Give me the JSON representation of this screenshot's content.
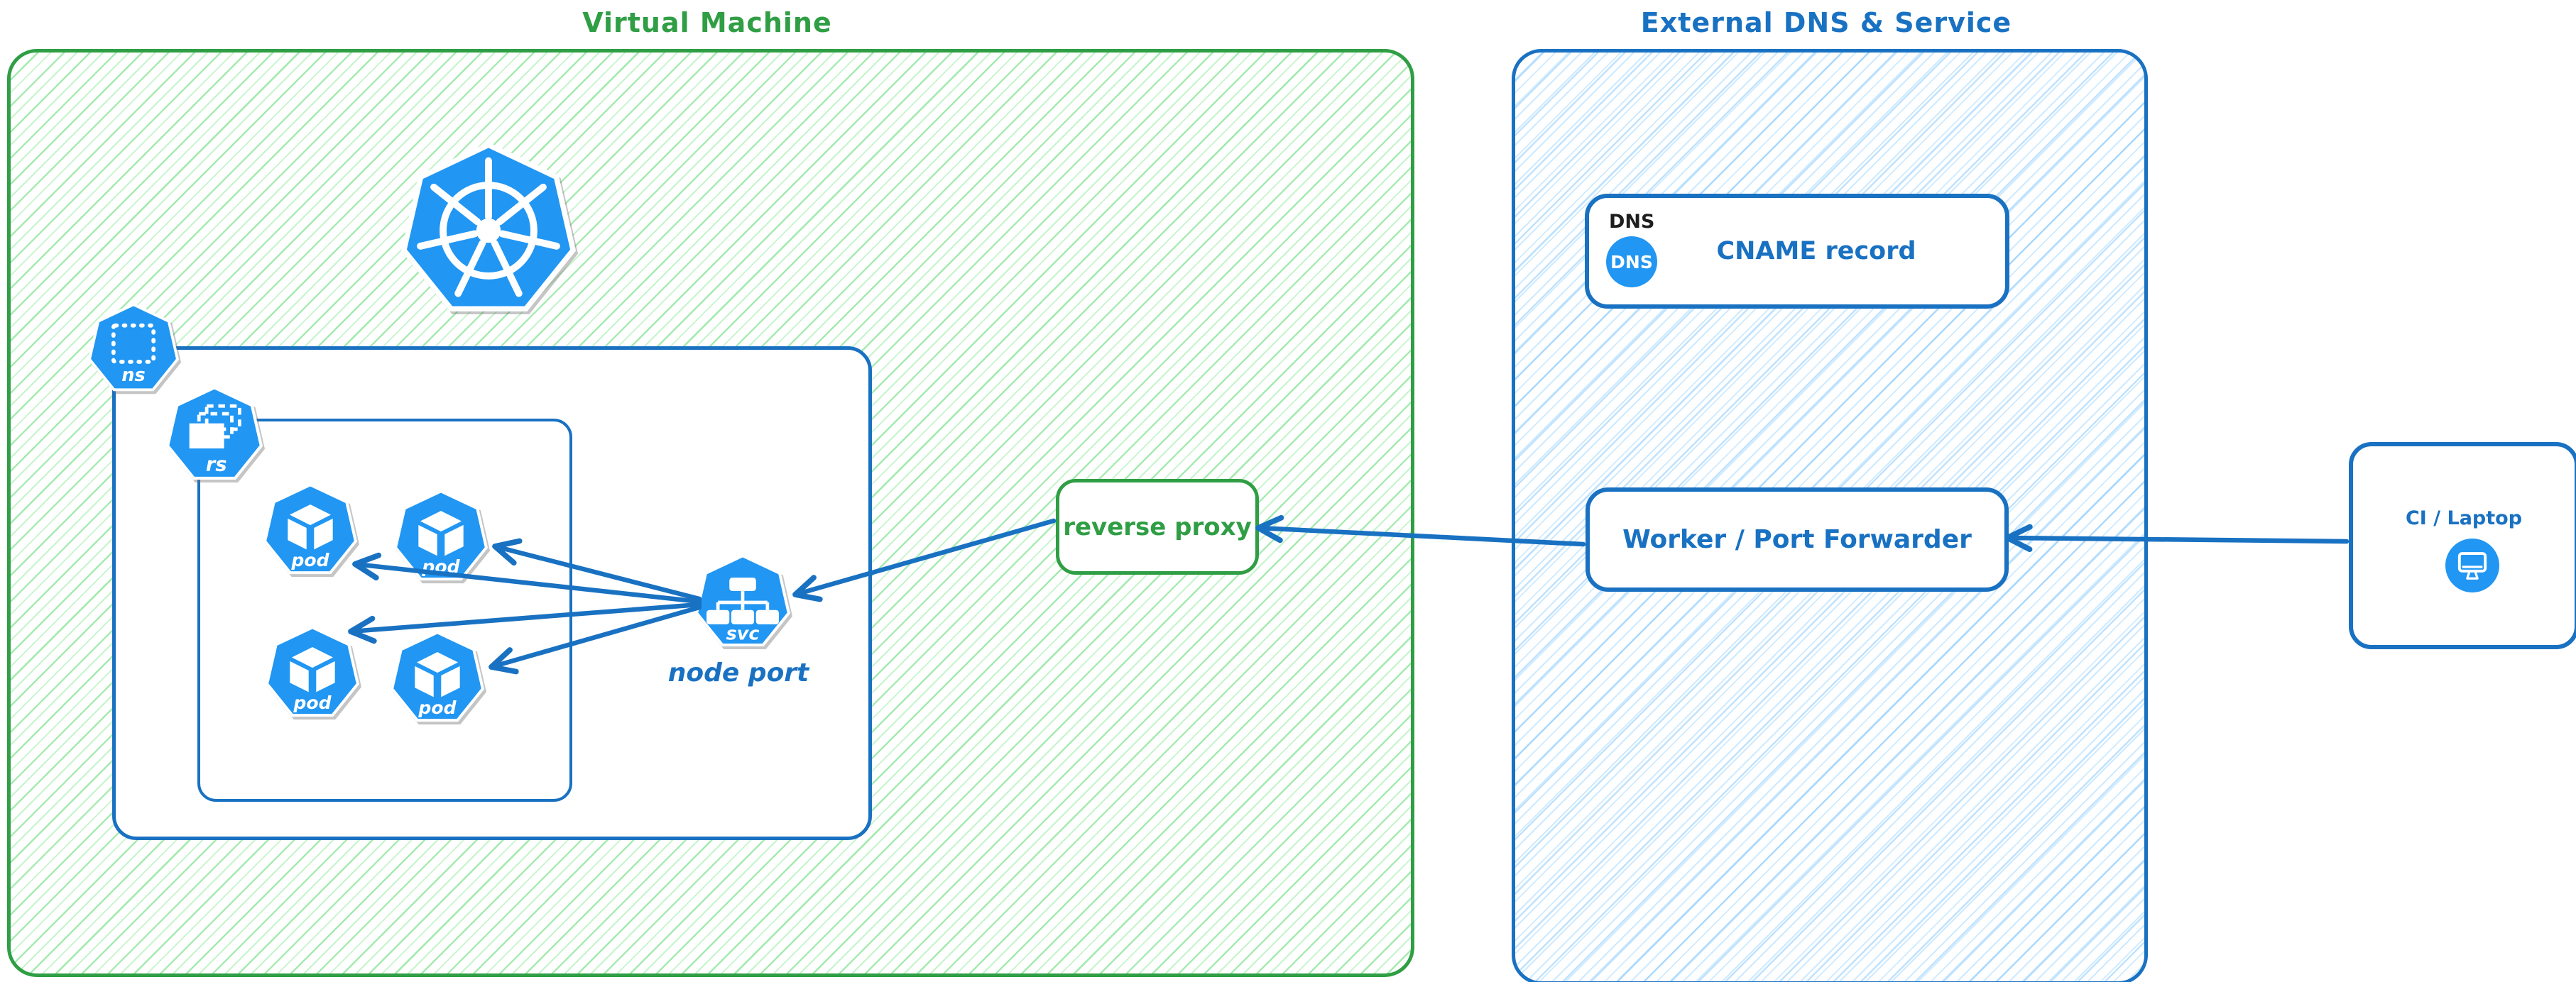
{
  "diagram": {
    "vm": {
      "title": "Virtual Machine",
      "node_port_label": "node port",
      "icon_labels": {
        "ns": "ns",
        "rs": "rs",
        "pod": "pod",
        "svc": "svc"
      }
    },
    "reverse_proxy": {
      "label": "reverse proxy"
    },
    "external": {
      "title": "External DNS & Service",
      "dns": {
        "heading": "DNS",
        "badge": "DNS",
        "record": "CNAME record"
      },
      "worker": {
        "label": "Worker / Port Forwarder"
      }
    },
    "ci": {
      "label": "CI / Laptop"
    },
    "colors": {
      "green_stroke": "#2f9e44",
      "green_hatch": "#8ce99a",
      "blue_stroke": "#1971c2",
      "blue_hatch": "#74c0fc",
      "icon_blue": "#2196f3",
      "ink": "#1e1e1e"
    }
  }
}
